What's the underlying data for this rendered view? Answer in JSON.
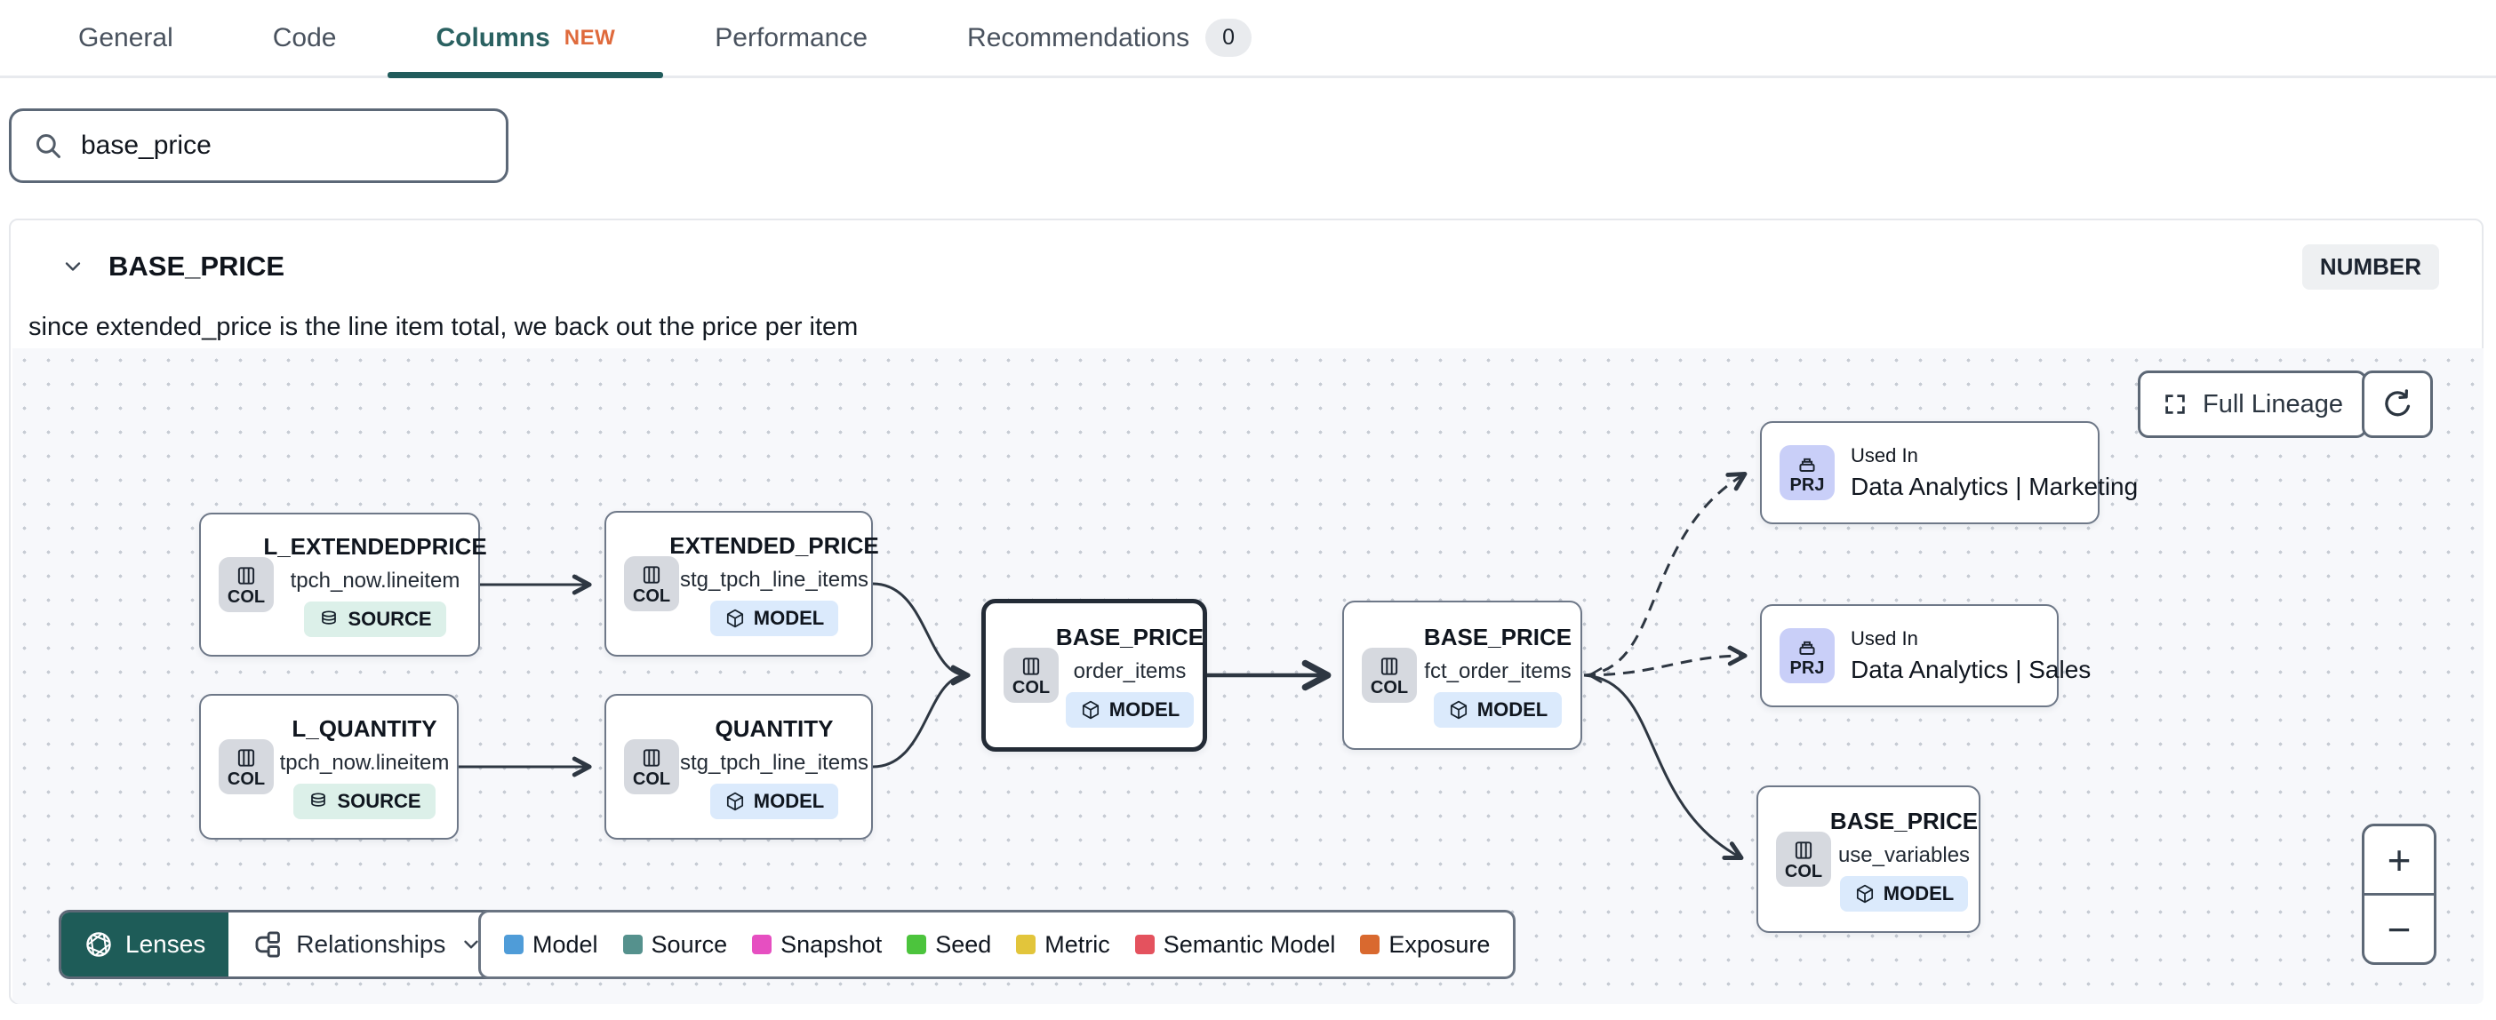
{
  "tabs": {
    "items": [
      {
        "label": "General"
      },
      {
        "label": "Code"
      },
      {
        "label": "Columns",
        "badge": "NEW"
      },
      {
        "label": "Performance"
      },
      {
        "label": "Recommendations",
        "count": "0"
      }
    ]
  },
  "search": {
    "value": "base_price"
  },
  "column": {
    "name": "BASE_PRICE",
    "type": "NUMBER",
    "description": "since extended_price is the line item total, we back out the price per item"
  },
  "lineage": {
    "full_lineage_label": "Full Lineage",
    "lenses_label": "Lenses",
    "relationships_label": "Relationships",
    "zoom_in_label": "+",
    "zoom_out_label": "−",
    "legend": [
      {
        "label": "Model",
        "color": "#4f9cd8"
      },
      {
        "label": "Source",
        "color": "#55918d"
      },
      {
        "label": "Snapshot",
        "color": "#e64fc1"
      },
      {
        "label": "Seed",
        "color": "#4cc43d"
      },
      {
        "label": "Metric",
        "color": "#e2c53b"
      },
      {
        "label": "Semantic Model",
        "color": "#e4525e"
      },
      {
        "label": "Exposure",
        "color": "#d9692f"
      }
    ],
    "nodes": [
      {
        "badge": "COL",
        "title": "L_EXTENDEDPRICE",
        "subtitle": "tpch_now.lineitem",
        "pill": "SOURCE"
      },
      {
        "badge": "COL",
        "title": "EXTENDED_PRICE",
        "subtitle": "stg_tpch_line_items",
        "pill": "MODEL"
      },
      {
        "badge": "COL",
        "title": "L_QUANTITY",
        "subtitle": "tpch_now.lineitem",
        "pill": "SOURCE"
      },
      {
        "badge": "COL",
        "title": "QUANTITY",
        "subtitle": "stg_tpch_line_items",
        "pill": "MODEL"
      },
      {
        "badge": "COL",
        "title": "BASE_PRICE",
        "subtitle": "order_items",
        "pill": "MODEL"
      },
      {
        "badge": "COL",
        "title": "BASE_PRICE",
        "subtitle": "fct_order_items",
        "pill": "MODEL"
      },
      {
        "badge": "PRJ",
        "kicker": "Used In",
        "title": "Data Analytics | Marketing"
      },
      {
        "badge": "PRJ",
        "kicker": "Used In",
        "title": "Data Analytics | Sales"
      },
      {
        "badge": "COL",
        "title": "BASE_PRICE",
        "subtitle": "use_variables",
        "pill": "MODEL"
      }
    ]
  },
  "colors": {
    "accent_teal": "#215c5c",
    "lenses_button": "#1e5c58",
    "new_badge": "#df6a3c",
    "canvas_bg": "#f7f8fb",
    "edge": "#2e3742",
    "node_border": "#6e7888",
    "selected_node_border": "#232b36",
    "col_badge_bg": "#d6d9df",
    "prj_badge_bg": "#c9cff8",
    "source_pill_bg": "#dcf0e9",
    "model_pill_bg": "#dbeafc",
    "type_badge_bg": "#eef0f2"
  }
}
